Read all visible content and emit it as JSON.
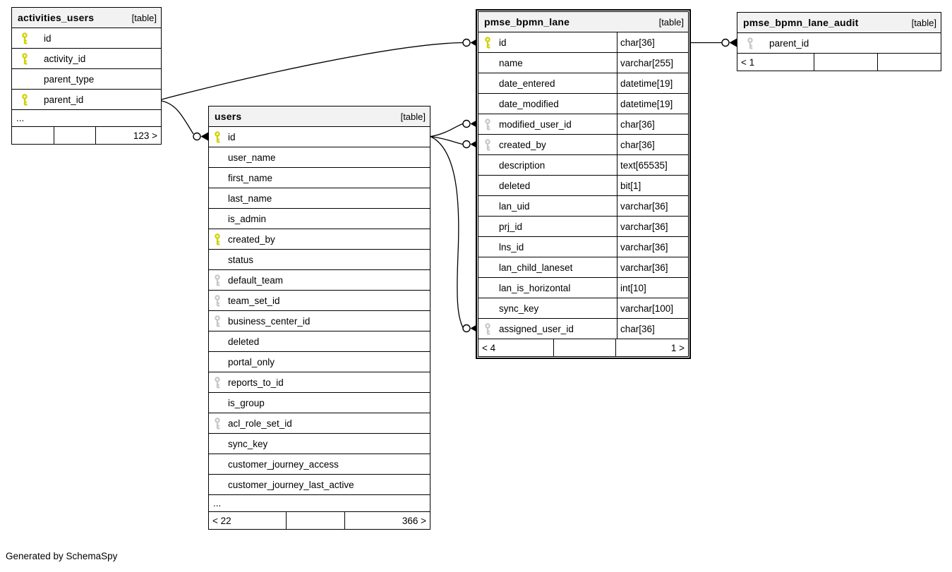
{
  "generator_note": "Generated by SchemaSpy",
  "colors": {
    "primary_key": "#d1d102",
    "foreign_key": "#c8c8c8",
    "header_bg": "#f2f2f2",
    "border": "#000000"
  },
  "tables": [
    {
      "name": "activities_users",
      "badge": "[table]",
      "columns": [
        {
          "name": "id",
          "key": "primary"
        },
        {
          "name": "activity_id",
          "key": "primary"
        },
        {
          "name": "parent_type",
          "key": "none"
        },
        {
          "name": "parent_id",
          "key": "primary"
        }
      ],
      "truncated": "...",
      "footer": [
        "",
        "",
        "123 >"
      ]
    },
    {
      "name": "users",
      "badge": "[table]",
      "columns": [
        {
          "name": "id",
          "key": "primary"
        },
        {
          "name": "user_name",
          "key": "none"
        },
        {
          "name": "first_name",
          "key": "none"
        },
        {
          "name": "last_name",
          "key": "none"
        },
        {
          "name": "is_admin",
          "key": "none"
        },
        {
          "name": "created_by",
          "key": "primary"
        },
        {
          "name": "status",
          "key": "none"
        },
        {
          "name": "default_team",
          "key": "foreign"
        },
        {
          "name": "team_set_id",
          "key": "foreign"
        },
        {
          "name": "business_center_id",
          "key": "foreign"
        },
        {
          "name": "deleted",
          "key": "none"
        },
        {
          "name": "portal_only",
          "key": "none"
        },
        {
          "name": "reports_to_id",
          "key": "foreign"
        },
        {
          "name": "is_group",
          "key": "none"
        },
        {
          "name": "acl_role_set_id",
          "key": "foreign"
        },
        {
          "name": "sync_key",
          "key": "none"
        },
        {
          "name": "customer_journey_access",
          "key": "none"
        },
        {
          "name": "customer_journey_last_active",
          "key": "none"
        }
      ],
      "truncated": "...",
      "footer": [
        "< 22",
        "",
        "366 >"
      ]
    },
    {
      "name": "pmse_bpmn_lane",
      "badge": "[table]",
      "columns": [
        {
          "name": "id",
          "key": "primary",
          "type": "char[36]"
        },
        {
          "name": "name",
          "key": "none",
          "type": "varchar[255]"
        },
        {
          "name": "date_entered",
          "key": "none",
          "type": "datetime[19]"
        },
        {
          "name": "date_modified",
          "key": "none",
          "type": "datetime[19]"
        },
        {
          "name": "modified_user_id",
          "key": "foreign",
          "type": "char[36]"
        },
        {
          "name": "created_by",
          "key": "foreign",
          "type": "char[36]"
        },
        {
          "name": "description",
          "key": "none",
          "type": "text[65535]"
        },
        {
          "name": "deleted",
          "key": "none",
          "type": "bit[1]"
        },
        {
          "name": "lan_uid",
          "key": "none",
          "type": "varchar[36]"
        },
        {
          "name": "prj_id",
          "key": "none",
          "type": "varchar[36]"
        },
        {
          "name": "lns_id",
          "key": "none",
          "type": "varchar[36]"
        },
        {
          "name": "lan_child_laneset",
          "key": "none",
          "type": "varchar[36]"
        },
        {
          "name": "lan_is_horizontal",
          "key": "none",
          "type": "int[10]"
        },
        {
          "name": "sync_key",
          "key": "none",
          "type": "varchar[100]"
        },
        {
          "name": "assigned_user_id",
          "key": "foreign",
          "type": "char[36]"
        }
      ],
      "footer": [
        "< 4",
        "",
        "1 >"
      ]
    },
    {
      "name": "pmse_bpmn_lane_audit",
      "badge": "[table]",
      "columns": [
        {
          "name": "parent_id",
          "key": "foreign"
        }
      ],
      "footer": [
        "< 1",
        "",
        ""
      ]
    }
  ],
  "relationships": [
    {
      "from": "activities_users.parent_id",
      "to": "users.id"
    },
    {
      "from": "activities_users.parent_id",
      "to": "pmse_bpmn_lane.id"
    },
    {
      "from": "pmse_bpmn_lane.modified_user_id",
      "to": "users.id"
    },
    {
      "from": "pmse_bpmn_lane.created_by",
      "to": "users.id"
    },
    {
      "from": "pmse_bpmn_lane.assigned_user_id",
      "to": "users.id"
    },
    {
      "from": "pmse_bpmn_lane_audit.parent_id",
      "to": "pmse_bpmn_lane.id"
    }
  ]
}
